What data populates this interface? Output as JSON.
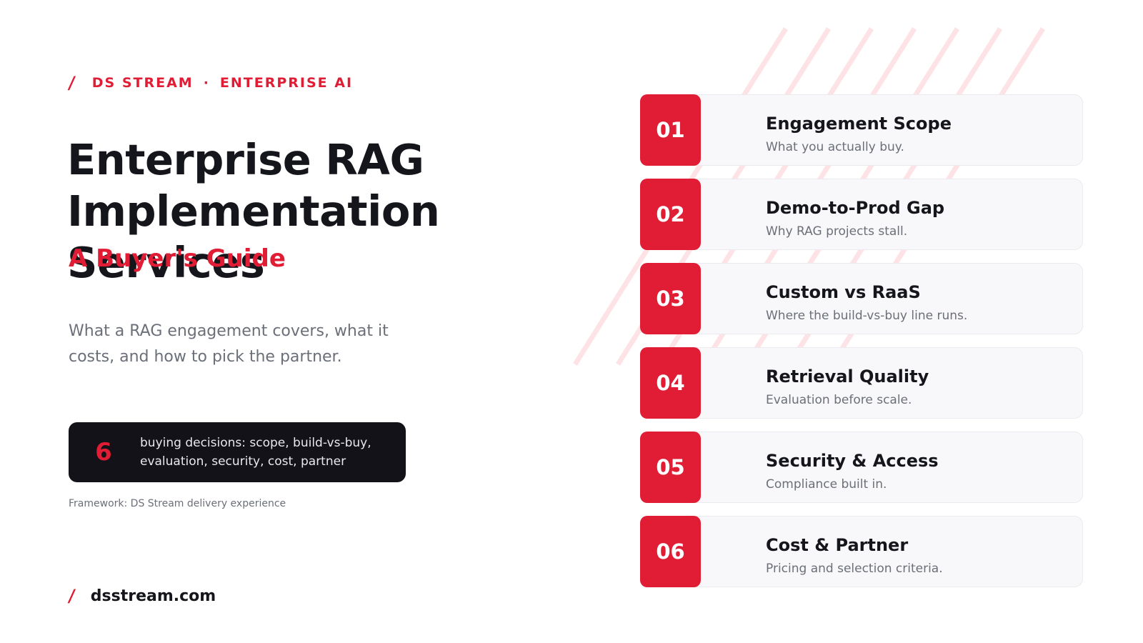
{
  "header": {
    "slash": "/",
    "brand": "DS STREAM",
    "separator": "·",
    "category": "ENTERPRISE AI"
  },
  "hero": {
    "title_line1": "Enterprise RAG",
    "title_line2": "Implementation Services",
    "subtitle": "A Buyer's Guide",
    "description": "What a RAG engagement covers, what it costs, and how to pick the partner."
  },
  "stat": {
    "number": "6",
    "text": "buying decisions: scope, build-vs-buy, evaluation, security, cost, partner"
  },
  "caption": "Framework: DS Stream delivery experience",
  "footer": {
    "slash": "/",
    "domain": "dsstream.com"
  },
  "topics": [
    {
      "number": "01",
      "title": "Engagement Scope",
      "subtitle": "What you actually buy."
    },
    {
      "number": "02",
      "title": "Demo-to-Prod Gap",
      "subtitle": "Why RAG projects stall."
    },
    {
      "number": "03",
      "title": "Custom vs RaaS",
      "subtitle": "Where the build-vs-buy line runs."
    },
    {
      "number": "04",
      "title": "Retrieval Quality",
      "subtitle": "Evaluation before scale."
    },
    {
      "number": "05",
      "title": "Security & Access",
      "subtitle": "Compliance built in."
    },
    {
      "number": "06",
      "title": "Cost & Partner",
      "subtitle": "Pricing and selection criteria."
    }
  ],
  "colors": {
    "accent": "#e11d35",
    "dark": "#15151c",
    "muted": "#6b6f78",
    "stripe": "#fde3e6"
  }
}
